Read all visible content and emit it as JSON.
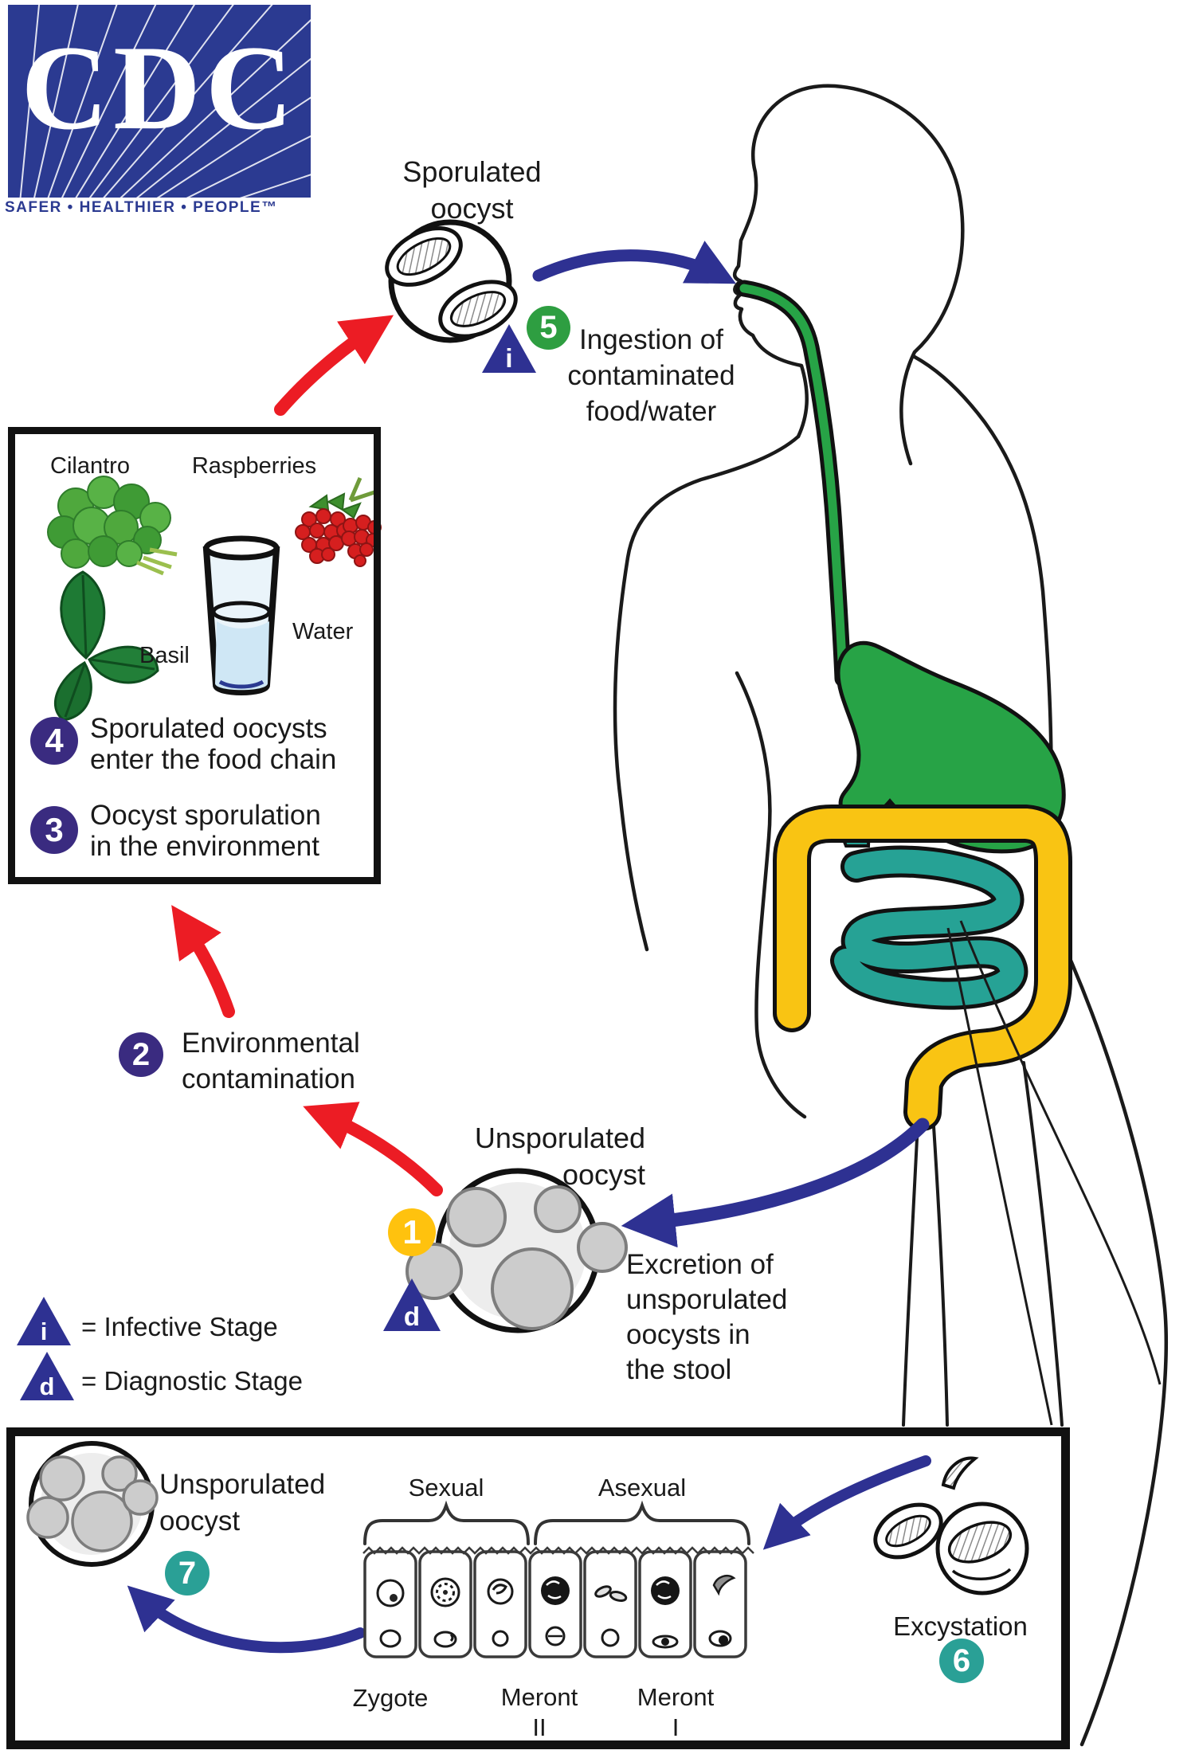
{
  "palette": {
    "logo_blue": "#2B3A91",
    "navy_arrow": "#2E3192",
    "red_arrow": "#EC1C24",
    "stage_green": "#2E9E41",
    "stage_purple": "#3A2B80",
    "stage_yellow": "#FFC20E",
    "stage_teal": "#2AA096",
    "stomach_green": "#27A346",
    "colon_yellow": "#F9C413",
    "intestine_teal": "#26A295"
  },
  "logo": {
    "acronym": "CDC",
    "tagline": "SAFER • HEALTHIER • PEOPLE™"
  },
  "cycle": {
    "sporulated_label": {
      "line1": "Sporulated",
      "line2": "oocyst"
    },
    "stage5": {
      "number": "5",
      "line1": "Ingestion of",
      "line2": "contaminated",
      "line3": "food/water"
    },
    "stage4": {
      "number": "4",
      "line1": "Sporulated oocysts",
      "line2": "enter the food chain"
    },
    "stage3": {
      "number": "3",
      "line1": "Oocyst sporulation",
      "line2": "in the environment"
    },
    "stage2": {
      "number": "2",
      "line1": "Environmental",
      "line2": "contamination"
    },
    "stage1": {
      "number": "1"
    },
    "unsporulated_label": {
      "line1": "Unsporulated",
      "line2": "oocyst"
    },
    "excretion": {
      "line1": "Excretion of",
      "line2": "unsporulated",
      "line3": "oocysts in",
      "line4": "the stool"
    },
    "infective_symbol": "i",
    "diagnostic_symbol": "d"
  },
  "food_box": {
    "cilantro": "Cilantro",
    "raspberries": "Raspberries",
    "basil": "Basil",
    "water": "Water"
  },
  "legend": {
    "infective_symbol": "i",
    "infective_text": "= Infective Stage",
    "diagnostic_symbol": "d",
    "diagnostic_text": "= Diagnostic Stage"
  },
  "bottom_box": {
    "unsporulated_label": {
      "line1": "Unsporulated",
      "line2": "oocyst"
    },
    "stage7": {
      "number": "7"
    },
    "stage6": {
      "number": "6"
    },
    "sexual": "Sexual",
    "asexual": "Asexual",
    "zygote": "Zygote",
    "meront2": {
      "line1": "Meront",
      "line2": "II"
    },
    "meront1": {
      "line1": "Meront",
      "line2": "I"
    },
    "excystation": "Excystation"
  }
}
